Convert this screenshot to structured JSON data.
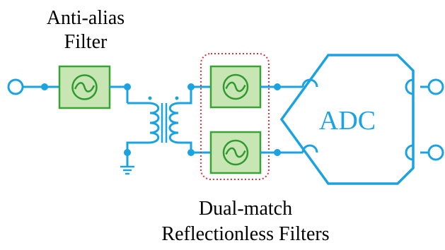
{
  "labels": {
    "anti_alias_line1": "Anti-alias",
    "anti_alias_line2": "Filter",
    "adc": "ADC",
    "dual_match_line1": "Dual-match",
    "dual_match_line2": "Reflectionless Filters"
  },
  "colors": {
    "wire": "#1aa3e0",
    "filter_fill": "#c8e6b4",
    "filter_stroke": "#3aa335",
    "filter_symbol": "#2f9a2f",
    "dotted_box": "#e0303a",
    "transformer": "#1aa3e0",
    "text": "#000000",
    "adc_text": "#1aa3e0"
  },
  "icons": {
    "filter_symbol": "tilde-in-circle-icon",
    "ground_symbol": "ground-icon",
    "input_port": "open-circle-port-icon"
  }
}
